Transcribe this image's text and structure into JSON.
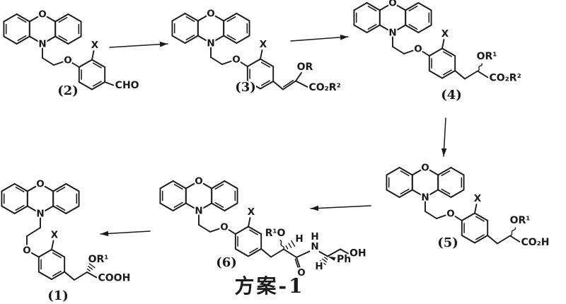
{
  "scheme": {
    "caption": "方案-1",
    "background": "#ffffff",
    "line_color": "#1a1a1a"
  },
  "labels": {
    "oxazine_o": "O",
    "oxazine_n": "N",
    "ether_o": "O",
    "x_substituent": "X"
  },
  "compounds": {
    "c1": {
      "number": "(1)",
      "alkoxy": "OR¹",
      "acid": "COOH"
    },
    "c2": {
      "number": "(2)",
      "aldehyde": "CHO"
    },
    "c3": {
      "number": "(3)",
      "enol_ether": "OR",
      "ester": "CO₂R²"
    },
    "c4": {
      "number": "(4)",
      "alkoxy": "OR¹",
      "ester": "CO₂R²"
    },
    "c5": {
      "number": "(5)",
      "alkoxy": "OR¹",
      "acid": "CO₂H"
    },
    "c6": {
      "number": "(6)",
      "alkoxy": "R¹O",
      "alpha_h": "H",
      "amide_n": "N",
      "amide_h": "H",
      "carbonyl_o": "O",
      "benzylic_h": "H",
      "phenyl": "Ph",
      "hydroxymethyl": "OH"
    }
  }
}
